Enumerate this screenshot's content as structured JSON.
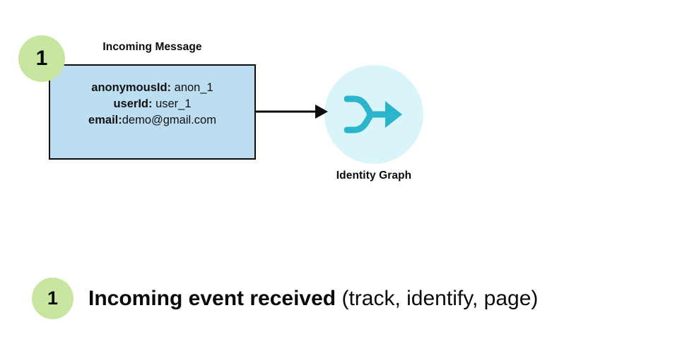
{
  "diagram": {
    "step_badge_number": "1",
    "message_node": {
      "title": "Incoming Message",
      "fields": [
        {
          "key": "anonymousId:",
          "separator": " ",
          "value": "anon_1"
        },
        {
          "key": "userId:",
          "separator": " ",
          "value": "user_1"
        },
        {
          "key": "email:",
          "separator": "",
          "value": "demo@gmail.com"
        }
      ]
    },
    "identity_node": {
      "label": "Identity Graph",
      "icon": "merge-arrow-icon"
    },
    "connector": {
      "icon": "arrow-right-icon"
    }
  },
  "legend": {
    "badge_number": "1",
    "bold_text": "Incoming event received",
    "normal_text": " (track, identify, page)"
  },
  "colors": {
    "badge_green": "#c8e6a0",
    "box_blue": "#bddef0",
    "box_border": "#0d0d0d",
    "circle_cyan": "#daf5fa",
    "icon_teal": "#2ab5cc",
    "text_black": "#0a0a0a",
    "background": "#ffffff"
  }
}
